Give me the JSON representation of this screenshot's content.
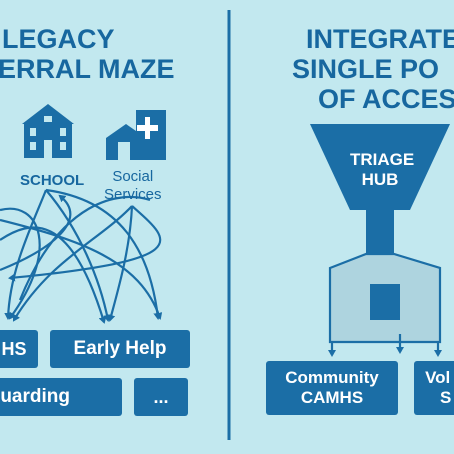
{
  "left_panel": {
    "title_line1": "LEGACY",
    "title_line2": "ERRAL MAZE",
    "sources": [
      {
        "label": "SCHOOL",
        "icon": "school-building-icon"
      },
      {
        "label_line1": "Social",
        "label_line2": "Services",
        "icon": "medical-cross-building-icon"
      }
    ],
    "destinations": [
      "HS",
      "Early Help",
      "uarding",
      "..."
    ]
  },
  "right_panel": {
    "title_line1": "INTEGRATE",
    "title_line2": "SINGLE PO",
    "title_line3": "OF ACCES",
    "hub_line1": "TRIAGE",
    "hub_line2": "HUB",
    "destinations": [
      {
        "line1": "Community",
        "line2": "CAMHS"
      },
      {
        "line1": "Vol",
        "line2": "S"
      }
    ]
  },
  "colors": {
    "background": "#c2e8ef",
    "primary": "#1b6ea6",
    "text": "#17679f"
  }
}
